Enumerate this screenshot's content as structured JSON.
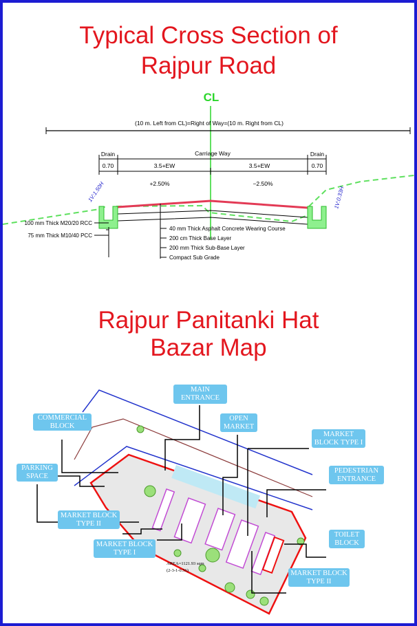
{
  "section1": {
    "title_line1": "Typical Cross Section of",
    "title_line2": "Rajpur Road"
  },
  "cross_section": {
    "centerline": "CL",
    "right_of_way": "(10 m. Left from CL)=Right of Way=(10 m. Right from CL)",
    "carriage_way": "Carriage Way",
    "drain_left": "Drain",
    "drain_right": "Drain",
    "drain_width_left": "0.70",
    "drain_width_right": "0.70",
    "lane_left": "3.5+EW",
    "lane_right": "3.5+EW",
    "slope_left": "+2.50%",
    "slope_right": "−2.50%",
    "side_slope_left": "1V:1.50H",
    "side_slope_right": "1V:0.33H",
    "drain_layers": [
      "100 mm Thick M20/20 RCC",
      "75 mm Thick M10/40 PCC"
    ],
    "pavement_layers": [
      "40 mm Thick Asphalt Concrete Wearing Course",
      "200 cm Thick Base Layer",
      "200 mm Thick Sub-Base Layer",
      "Compact Sub Grade"
    ]
  },
  "section2": {
    "title_line1": "Rajpur Panitanki Hat",
    "title_line2": "Bazar Map"
  },
  "map": {
    "labels": {
      "main_entrance": "MAIN ENTRANCE",
      "commercial_block": "COMMERCIAL BLOCK",
      "open_market": "OPEN MARKET",
      "market_block_type1_right": "MARKET BLOCK TYPE I",
      "parking_space": "PARKING SPACE",
      "pedestrian_entrance": "PEDESTRIAN ENTRANCE",
      "market_block_type2_left": "MARKET BLOCK TYPE II",
      "market_block_type1_left": "MARKET BLOCK TYPE I",
      "toilet_block": "TOILET BLOCK",
      "market_block_type2_right": "MARKET BLOCK TYPE II"
    },
    "area_line1": "AREA=1121.93 sqm",
    "area_line2": "(2-3-1-0.56)"
  },
  "colors": {
    "title": "#e3161e",
    "border": "#1c1cd2",
    "label_bg": "#6ec6ee",
    "centerline": "#2bd62b"
  }
}
